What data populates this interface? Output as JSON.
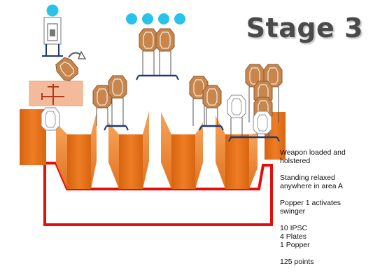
{
  "stage": {
    "title": "Stage 3"
  },
  "notes": {
    "weapon": [
      "Weapon loaded and",
      "holstered"
    ],
    "start": [
      "Standing relaxed",
      "anywhere in area A"
    ],
    "activation": [
      "Popper 1 activates",
      "swinger"
    ],
    "targets": [
      "10 IPSC",
      "4 Plates",
      "1 Popper"
    ],
    "points": "125 points"
  },
  "colors": {
    "wall": "#e8731c",
    "wall_dark": "#c85a0c",
    "wall_light": "#f4a25a",
    "target": "#c8864c",
    "target_edge": "#8a5a30",
    "no_shoot": "#ffffff",
    "stand": "#1b3a78",
    "plate": "#28c3ea",
    "area": "#e60d0d",
    "swinger_box": "#f0a57a"
  },
  "icons": [
    "rotate-arrow-icon"
  ]
}
